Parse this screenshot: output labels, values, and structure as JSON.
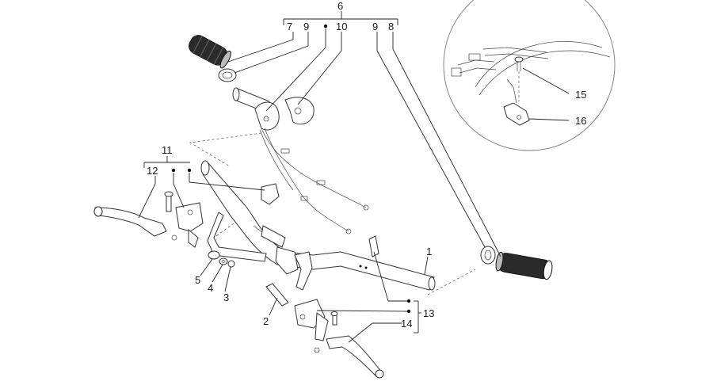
{
  "labels": {
    "l6": "6",
    "l7": "7",
    "l9a": "9",
    "l10": "10",
    "l9b": "9",
    "l8": "8",
    "l11": "11",
    "l12": "12",
    "l1": "1",
    "l2": "2",
    "l3": "3",
    "l4": "4",
    "l5": "5",
    "l13": "13",
    "l14": "14",
    "l15": "15",
    "l16": "16"
  }
}
